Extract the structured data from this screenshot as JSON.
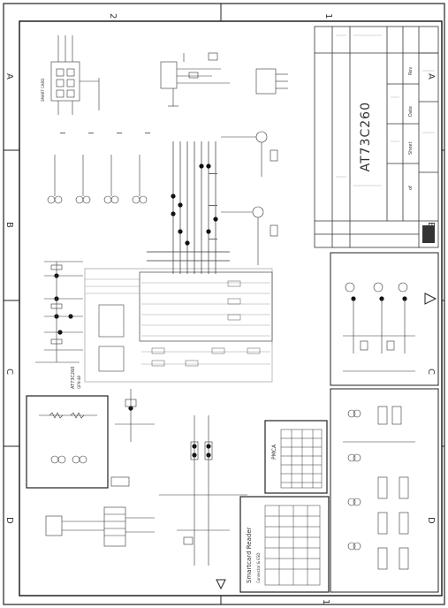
{
  "title_block": {
    "part_number": "AT73C260",
    "rev_label": "Rev",
    "date_label": "Date",
    "sheet_label": "Sheet",
    "of_label": "of"
  },
  "border": {
    "col_top_left": "2",
    "col_top_right": "1",
    "col_bottom": "1",
    "rows_left": [
      "A",
      "B",
      "C",
      "D"
    ],
    "rows_right": [
      "A",
      "B",
      "C",
      "D"
    ]
  },
  "blocks": {
    "main_ic_label": "AT73C260",
    "main_ic_sub": "QFN-48",
    "card_label": "SMART CARD",
    "pmca_label": "PMCA",
    "smartcard_reader_title": "Smartcard Reader",
    "smartcard_reader_sub": "Connector & ESD"
  }
}
